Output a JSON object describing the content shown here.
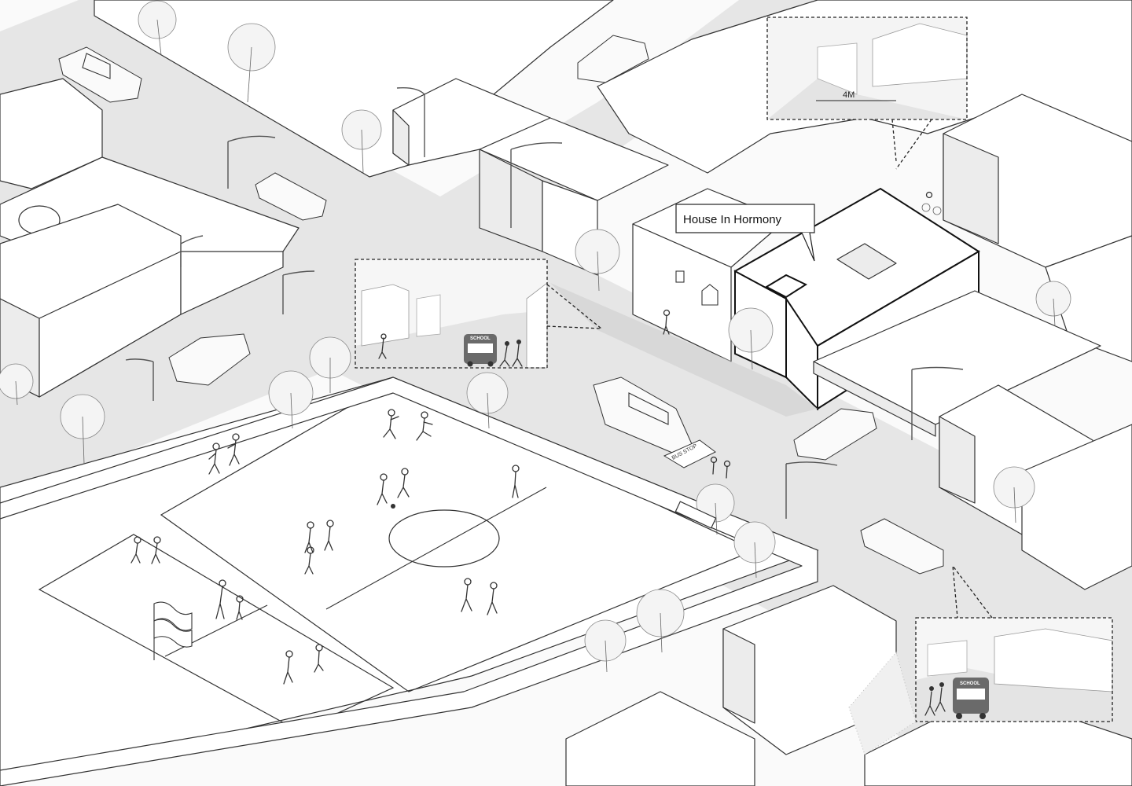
{
  "labels": {
    "house_callout": "House In Hormony",
    "dimension": "4M",
    "school_sign_1": "SCHOOL",
    "school_sign_2": "SCHOOL",
    "bus_stop_marking": "BUS STOP"
  },
  "colors": {
    "line": "#333333",
    "road": "#e6e6e6",
    "shadow": "#d2d2d2",
    "inset_ground": "#e4e4e4",
    "bus": "#6a6a6a"
  },
  "icons": [
    "school-bus-icon",
    "flag-icon"
  ]
}
